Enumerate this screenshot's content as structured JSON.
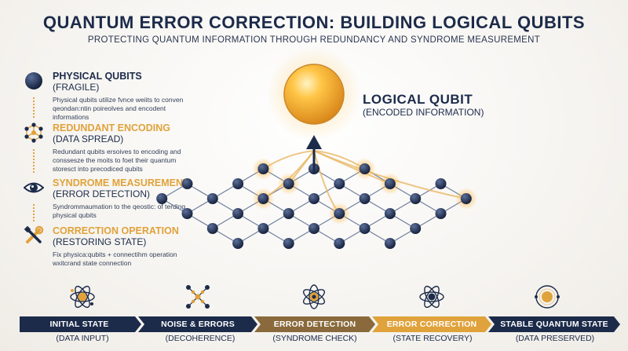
{
  "header": {
    "title": "QUANTUM ERROR CORRECTION: BUILDING LOGICAL QUBITS",
    "subtitle": "PROTECTING QUANTUM INFORMATION THROUGH REDUNDANCY AND SYNDROME MEASUREMENT"
  },
  "sidebar": {
    "items": [
      {
        "title": "PHYSICAL QUBITS",
        "sub": "(FRAGILE)",
        "desc": "Physical qubits utilize fvnce weiits to conven qeondan:ntin poireolves and encodent informations",
        "icon": "qubit-sphere-icon"
      },
      {
        "title": "REDUNDANT ENCODING",
        "sub": "(DATA SPREAD)",
        "desc": "Redundant qubits ersoives to encoding and conssesze the moits to foet their quantum storesct into precodiced qubits",
        "icon": "network-icon"
      },
      {
        "title": "SYNDROME MEASUREMENT",
        "sub": "(ERROR DETECTION)",
        "desc": "Syndrommaumation to the qeostic: of terding physical qubits",
        "icon": "eye-icon"
      },
      {
        "title": "CORRECTION OPERATION",
        "sub": "(RESTORING STATE)",
        "desc": "Fix physica:qubits + connectihm operation wxitcrand state connection",
        "icon": "tools-icon"
      }
    ]
  },
  "logical": {
    "title": "LOGICAL QUBIT",
    "sub": "(ENCODED INFORMATION)"
  },
  "pipeline": {
    "stages": [
      {
        "label": "INITIAL STATE",
        "sub": "(DATA INPUT)",
        "color": "#1c2b4a",
        "icon": "atom-icon"
      },
      {
        "label": "NOISE & ERRORS",
        "sub": "(DECOHERENCE)",
        "color": "#1c2b4a",
        "icon": "scatter-icon"
      },
      {
        "label": "ERROR DETECTION",
        "sub": "(SYNDROME CHECK)",
        "color": "#8a6a3c",
        "icon": "atom-icon"
      },
      {
        "label": "ERROR CORRECTION",
        "sub": "(STATE RECOVERY)",
        "color": "#e0a23b",
        "icon": "atom-icon"
      },
      {
        "label": "STABLE QUANTUM STATE",
        "sub": "(DATA PRESERVED)",
        "color": "#1c2b4a",
        "icon": "atom-icon"
      }
    ]
  },
  "colors": {
    "navy": "#1c2b4a",
    "gold": "#e0a23b"
  }
}
